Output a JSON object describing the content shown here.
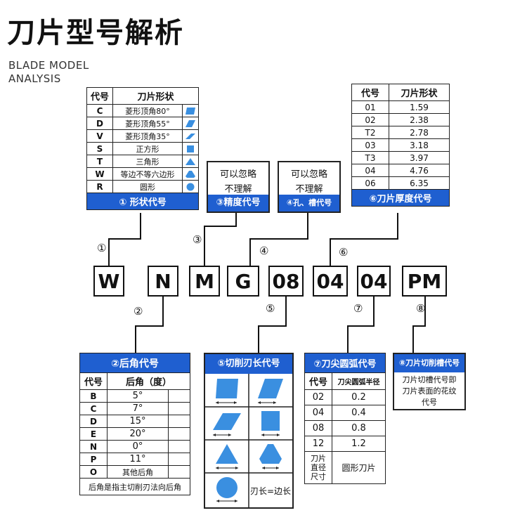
{
  "title": "刀片型号解析",
  "subtitle_line1": "BLADE MODEL",
  "subtitle_line2": "ANALYSIS",
  "code_letters": [
    "W",
    "N",
    "M",
    "G",
    "08",
    "04",
    "04",
    "PM"
  ],
  "markers": [
    "①",
    "②",
    "③",
    "④",
    "⑤",
    "⑥",
    "⑦",
    "⑧"
  ],
  "shape_table": {
    "header_code": "代号",
    "header_shape": "刀片形状",
    "rows": [
      {
        "code": "C",
        "desc": "菱形顶角80°",
        "icon": "rhombus-80-icon"
      },
      {
        "code": "D",
        "desc": "菱形顶角55°",
        "icon": "rhombus-55-icon"
      },
      {
        "code": "V",
        "desc": "菱形顶角35°",
        "icon": "rhombus-35-icon"
      },
      {
        "code": "S",
        "desc": "正方形",
        "icon": "square-icon"
      },
      {
        "code": "T",
        "desc": "三角形",
        "icon": "triangle-icon"
      },
      {
        "code": "W",
        "desc": "等边不等六边形",
        "icon": "trigon-icon"
      },
      {
        "code": "R",
        "desc": "圆形",
        "icon": "circle-icon"
      }
    ],
    "footer": "① 形状代号"
  },
  "tolerance_box": {
    "line1": "可以忽略",
    "line2": "不理解",
    "footer": "③精度代号"
  },
  "hole_box": {
    "line1": "可以忽略",
    "line2": "不理解",
    "footer": "④孔、槽代号"
  },
  "thickness_table": {
    "header_code": "代号",
    "header_value": "刀片形状",
    "rows": [
      {
        "code": "01",
        "value": "1.59"
      },
      {
        "code": "02",
        "value": "2.38"
      },
      {
        "code": "T2",
        "value": "2.78"
      },
      {
        "code": "03",
        "value": "3.18"
      },
      {
        "code": "T3",
        "value": "3.97"
      },
      {
        "code": "04",
        "value": "4.76"
      },
      {
        "code": "06",
        "value": "6.35"
      }
    ],
    "footer": "⑥刀片厚度代号"
  },
  "clearance_table": {
    "title": "②后角代号",
    "header_code": "代号",
    "header_value": "后角（度）",
    "rows": [
      {
        "code": "B",
        "value": "5°"
      },
      {
        "code": "C",
        "value": "7°"
      },
      {
        "code": "D",
        "value": "15°"
      },
      {
        "code": "E",
        "value": "20°"
      },
      {
        "code": "N",
        "value": "0°"
      },
      {
        "code": "P",
        "value": "11°"
      },
      {
        "code": "O",
        "value": "其他后角"
      }
    ],
    "footer": "后角是指主切削刃法向后角"
  },
  "edge_length_box": {
    "title": "⑤切削刃长代号",
    "icons": [
      "rect-shape-icon",
      "rhombus-shape-icon",
      "parallelogram-shape-icon",
      "square-shape-icon",
      "triangle-shape-icon",
      "trigon-shape-icon",
      "circle-shape-icon"
    ],
    "note": "刃长=边长"
  },
  "radius_table": {
    "title": "⑦刀尖圆弧代号",
    "header_code": "代号",
    "header_value": "刀尖圆弧半径",
    "rows": [
      {
        "code": "02",
        "value": "0.2"
      },
      {
        "code": "04",
        "value": "0.4"
      },
      {
        "code": "08",
        "value": "0.8"
      },
      {
        "code": "12",
        "value": "1.2"
      }
    ],
    "last_code_lines": [
      "刀片",
      "直径",
      "尺寸"
    ],
    "last_value": "圆形刀片"
  },
  "chipbreaker_box": {
    "title": "⑧刀片切削槽代号",
    "line1": "刀片切槽代号即",
    "line2": "刀片表面的花纹",
    "line3": "代号"
  },
  "colors": {
    "accent": "#1f5fd0",
    "shape_fill": "#3a8fe0"
  }
}
